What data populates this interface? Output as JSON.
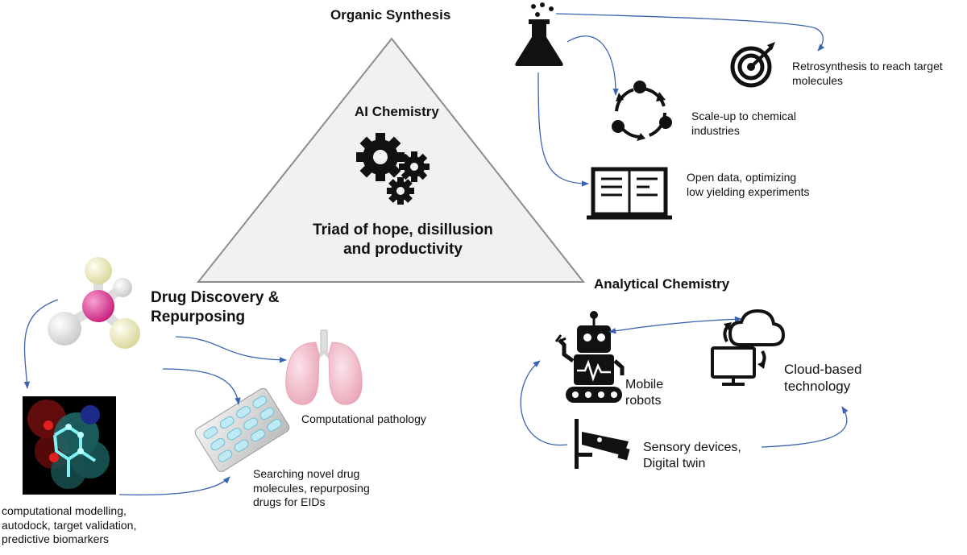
{
  "center": {
    "title": "AI Chemistry",
    "subtitle_line1": "Triad of hope, disillusion",
    "subtitle_line2": "and productivity"
  },
  "organic": {
    "heading": "Organic Synthesis",
    "retro_line1": "Retrosynthesis to reach target",
    "retro_line2": "molecules",
    "scale_line1": "Scale-up to chemical",
    "scale_line2": "industries",
    "open_line1": "Open data, optimizing",
    "open_line2": "low yielding experiments"
  },
  "drug": {
    "heading_line1": "Drug Discovery &",
    "heading_line2": "Repurposing",
    "pathology": "Computational pathology",
    "search_line1": "Searching novel drug",
    "search_line2": "molecules, repurposing",
    "search_line3": "drugs for EIDs",
    "model_line1": "computational modelling,",
    "model_line2": "autodock, target validation,",
    "model_line3": "predictive biomarkers"
  },
  "analytical": {
    "heading": "Analytical Chemistry",
    "robots_line1": "Mobile",
    "robots_line2": "robots",
    "cloud_line1": "Cloud-based",
    "cloud_line2": "technology",
    "sensor_line1": "Sensory devices,",
    "sensor_line2": "Digital twin"
  },
  "colors": {
    "arrow": "#3b62b3",
    "triangle_fill": "#f1f1f1",
    "triangle_stroke": "#8c8c8c",
    "icon": "#111111",
    "molecule_center": "#e0409a",
    "molecule_ligand": "#ecebb2",
    "lung": "#f2b9c7",
    "pill": "#7fd3e6"
  }
}
